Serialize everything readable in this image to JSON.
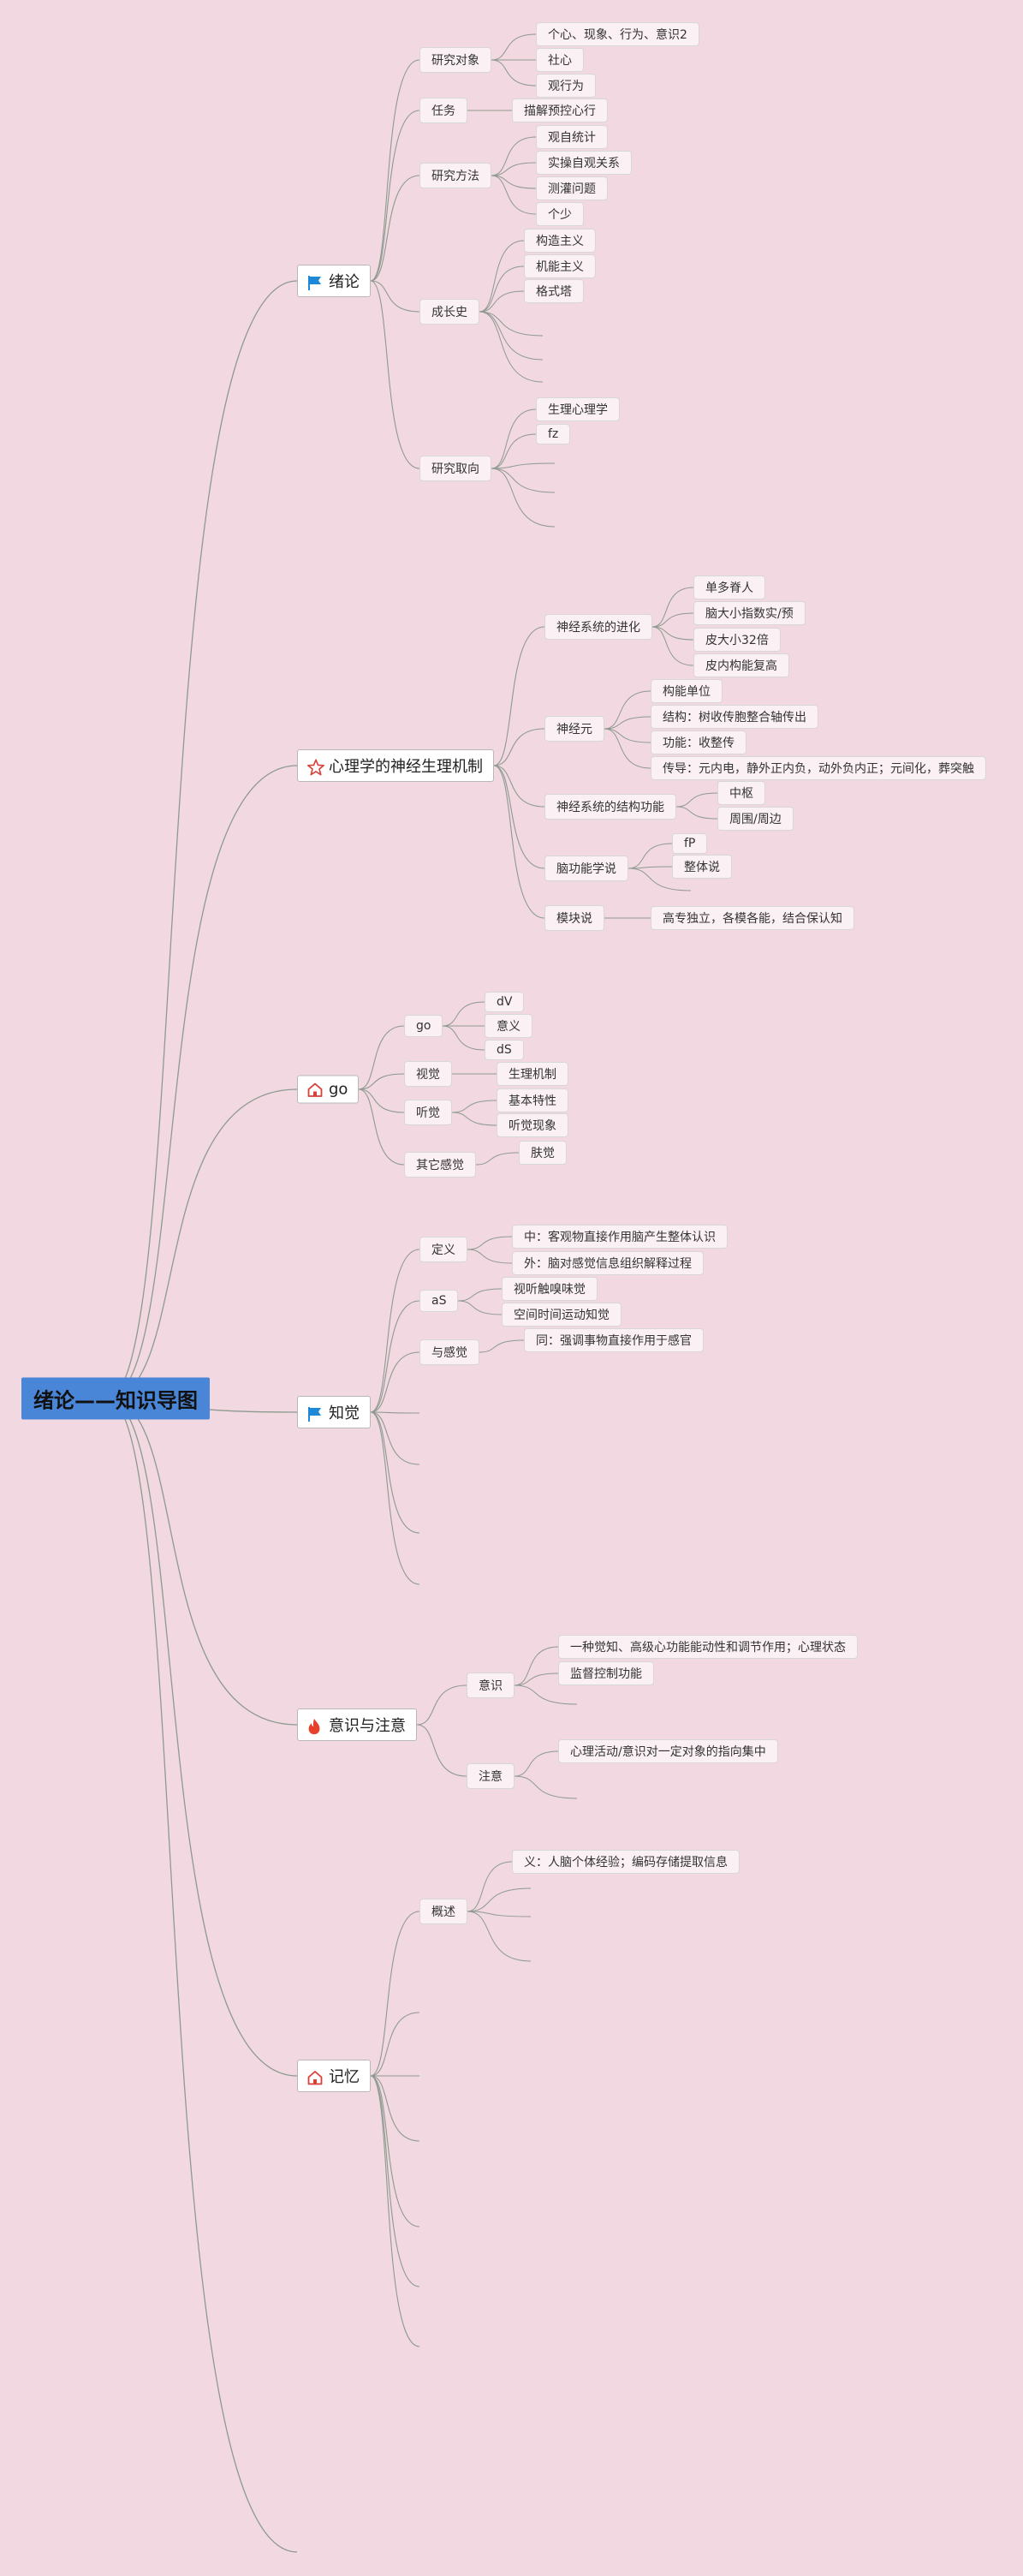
{
  "root": {
    "label": "绪论——知识导图"
  },
  "colors": {
    "background": "#f2d8e0",
    "link": "#8d9a90",
    "root_fill": "#4a86d8",
    "flag_blue": "#1e88d8",
    "star_red": "#d8413a",
    "home_red": "#d8413a",
    "fire_red": "#e8402a"
  },
  "branches": [
    {
      "label": "绪论",
      "icon": "flag-icon",
      "children": [
        {
          "label": "研究对象",
          "children": [
            "个心、现象、行为、意识2",
            "社心",
            "观行为"
          ]
        },
        {
          "label": "任务",
          "children": [
            "描解预控心行"
          ]
        },
        {
          "label": "研究方法",
          "children": [
            "观自统计",
            "实操自观关系",
            "测灌问题",
            "个少"
          ]
        },
        {
          "label": "成长史",
          "children": [
            "构造主义",
            "机能主义",
            "格式塔",
            "",
            "",
            ""
          ]
        },
        {
          "label": "研究取向",
          "children": [
            "生理心理学",
            "fz",
            "",
            "",
            ""
          ]
        }
      ]
    },
    {
      "label": "心理学的神经生理机制",
      "icon": "star-icon",
      "children": [
        {
          "label": "神经系统的进化",
          "children": [
            "单多脊人",
            "脑大小指数实/预",
            "皮大小32倍",
            "皮内构能复高"
          ]
        },
        {
          "label": "神经元",
          "children": [
            "构能单位",
            "结构：树收传胞整合轴传出",
            "功能：收整传",
            "传导：元内电，静外正内负，动外负内正；元间化，葬突触"
          ]
        },
        {
          "label": "神经系统的结构功能",
          "children": [
            "中枢",
            "周围/周边"
          ]
        },
        {
          "label": "脑功能学说",
          "children": [
            "fP",
            "整体说",
            ""
          ]
        },
        {
          "label": "模块说",
          "children": [
            "高专独立，各模各能，结合保认知"
          ]
        }
      ]
    },
    {
      "label": "go",
      "icon": "home-icon",
      "children": [
        {
          "label": "go",
          "children": [
            "dV",
            "意义",
            "dS"
          ]
        },
        {
          "label": "视觉",
          "children": [
            "生理机制"
          ]
        },
        {
          "label": "听觉",
          "children": [
            "基本特性",
            "听觉现象"
          ]
        },
        {
          "label": "其它感觉",
          "children": [
            "肤觉"
          ]
        }
      ]
    },
    {
      "label": "知觉",
      "icon": "flag-icon",
      "children": [
        {
          "label": "定义",
          "children": [
            "中：客观物直接作用脑产生整体认识",
            "外：脑对感觉信息组织解释过程"
          ]
        },
        {
          "label": "aS",
          "children": [
            "视听触嗅味觉",
            "空间时间运动知觉"
          ]
        },
        {
          "label": "与感觉",
          "children": [
            "同：强调事物直接作用于感官"
          ]
        },
        {
          "label": "",
          "children": []
        },
        {
          "label": "",
          "children": []
        },
        {
          "label": "",
          "children": []
        },
        {
          "label": "",
          "children": []
        }
      ]
    },
    {
      "label": "意识与注意",
      "icon": "fire-icon",
      "children": [
        {
          "label": "意识",
          "children": [
            "一种觉知、高级心功能能动性和调节作用；心理状态",
            "监督控制功能",
            ""
          ]
        },
        {
          "label": "注意",
          "children": [
            "心理活动/意识对一定对象的指向集中",
            ""
          ]
        }
      ]
    },
    {
      "label": "记忆",
      "icon": "home-icon",
      "children": [
        {
          "label": "概述",
          "children": [
            "义：人脑个体经验；编码存储提取信息",
            "",
            "",
            ""
          ]
        },
        {
          "label": "",
          "children": []
        },
        {
          "label": "",
          "children": []
        },
        {
          "label": "",
          "children": []
        },
        {
          "label": "",
          "children": []
        },
        {
          "label": "",
          "children": []
        },
        {
          "label": "",
          "children": []
        }
      ]
    }
  ]
}
